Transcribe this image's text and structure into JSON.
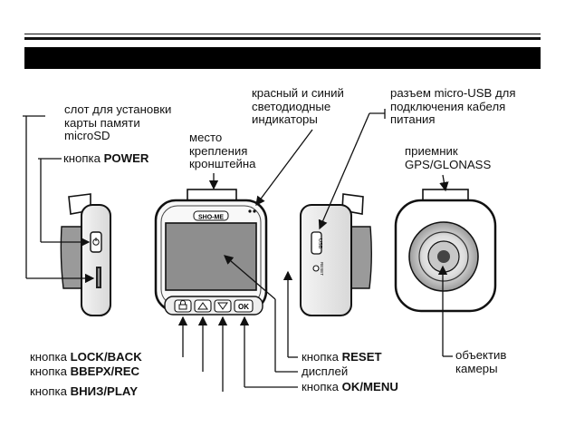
{
  "labels": {
    "slot": [
      "слот для установки",
      "карты памяти",
      "microSD"
    ],
    "power": {
      "prefix": "кнопка ",
      "bold": "POWER"
    },
    "mount": [
      "место",
      "крепления",
      "кронштейна"
    ],
    "leds": [
      "красный и синий",
      "светодиодные",
      "индикаторы"
    ],
    "usb": [
      "разъем micro-USB для",
      "подключения кабеля",
      "питания"
    ],
    "gps": [
      "приемник",
      "GPS/GLONASS"
    ],
    "lock": {
      "prefix": "кнопка ",
      "bold": "LOCK/BACK"
    },
    "up": {
      "prefix": "кнопка ",
      "bold": "ВВЕРХ/REC"
    },
    "down": {
      "prefix": "кнопка ",
      "bold": "ВНИЗ/PLAY"
    },
    "reset": {
      "prefix": "кнопка ",
      "bold": "RESET"
    },
    "display": "дисплей",
    "ok": {
      "prefix": "кнопка ",
      "bold": "OK/MENU"
    },
    "lens": [
      "объектив",
      "камеры"
    ]
  },
  "device_text": {
    "brand": "SHO-ME",
    "ok_key": "OK",
    "usb_port": "USB",
    "reset_port": "RESET"
  }
}
